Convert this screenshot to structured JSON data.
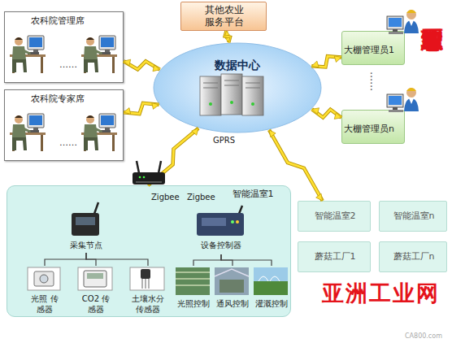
{
  "diagram": {
    "title": "智慧农业原理图",
    "nodes": [
      {
        "text": [
          "其他农业 服务平台"
        ]
      },
      {
        "text": [
          "农科院管理席",
          "……"
        ]
      },
      {
        "text": [
          "数据中心"
        ]
      },
      {
        "text": [
          "大棚管理员1"
        ]
      },
      {
        "text": [
          "农科院专家席",
          "……"
        ]
      },
      {
        "text": [
          "大棚管理员n"
        ]
      },
      {
        "text": [
          "智能温室1"
        ]
      },
      {
        "text": [
          "采集节点"
        ],
        "in": 6
      },
      {
        "text": [
          "设备控制器"
        ],
        "in": 6
      },
      {
        "text": [
          "光照 传感器"
        ],
        "in": 6
      },
      {
        "text": [
          "CO2 传感器"
        ],
        "in": 6
      },
      {
        "text": [
          "土壤水分 传感器"
        ],
        "in": 6
      },
      {
        "text": [
          "光照控制"
        ],
        "in": 6
      },
      {
        "text": [
          "通风控制"
        ],
        "in": 6
      },
      {
        "text": [
          "灌溉控制"
        ],
        "in": 6
      },
      {
        "text": [
          "智能温室2"
        ]
      },
      {
        "text": [
          "智能温室n"
        ]
      },
      {
        "text": [
          "蘑菇工厂1"
        ]
      },
      {
        "text": [
          "蘑菇工厂n"
        ]
      }
    ],
    "edges": [
      {
        "from": 2,
        "to": 0,
        "arrow": "both"
      },
      {
        "from": 2,
        "to": 1,
        "arrow": "both"
      },
      {
        "from": 2,
        "to": 4,
        "arrow": "both"
      },
      {
        "from": 2,
        "to": 3,
        "arrow": "both"
      },
      {
        "from": 2,
        "to": 5,
        "arrow": "both"
      },
      {
        "from": 2,
        "to": 6,
        "arrow": "both"
      },
      {
        "from": 2,
        "to": 15,
        "arrow": "both"
      },
      {
        "from": 7,
        "to": 9,
        "arrow": "none"
      },
      {
        "from": 7,
        "to": 10,
        "arrow": "none"
      },
      {
        "from": 7,
        "to": 11,
        "arrow": "none"
      },
      {
        "from": 8,
        "to": 12,
        "arrow": "none"
      },
      {
        "from": 8,
        "to": 13,
        "arrow": "none"
      },
      {
        "from": 8,
        "to": 14,
        "arrow": "none"
      }
    ],
    "labels": [
      "GPRS",
      "Zigbee",
      "Zigbee",
      "……",
      "亚洲工业网",
      "CA800.com"
    ]
  }
}
